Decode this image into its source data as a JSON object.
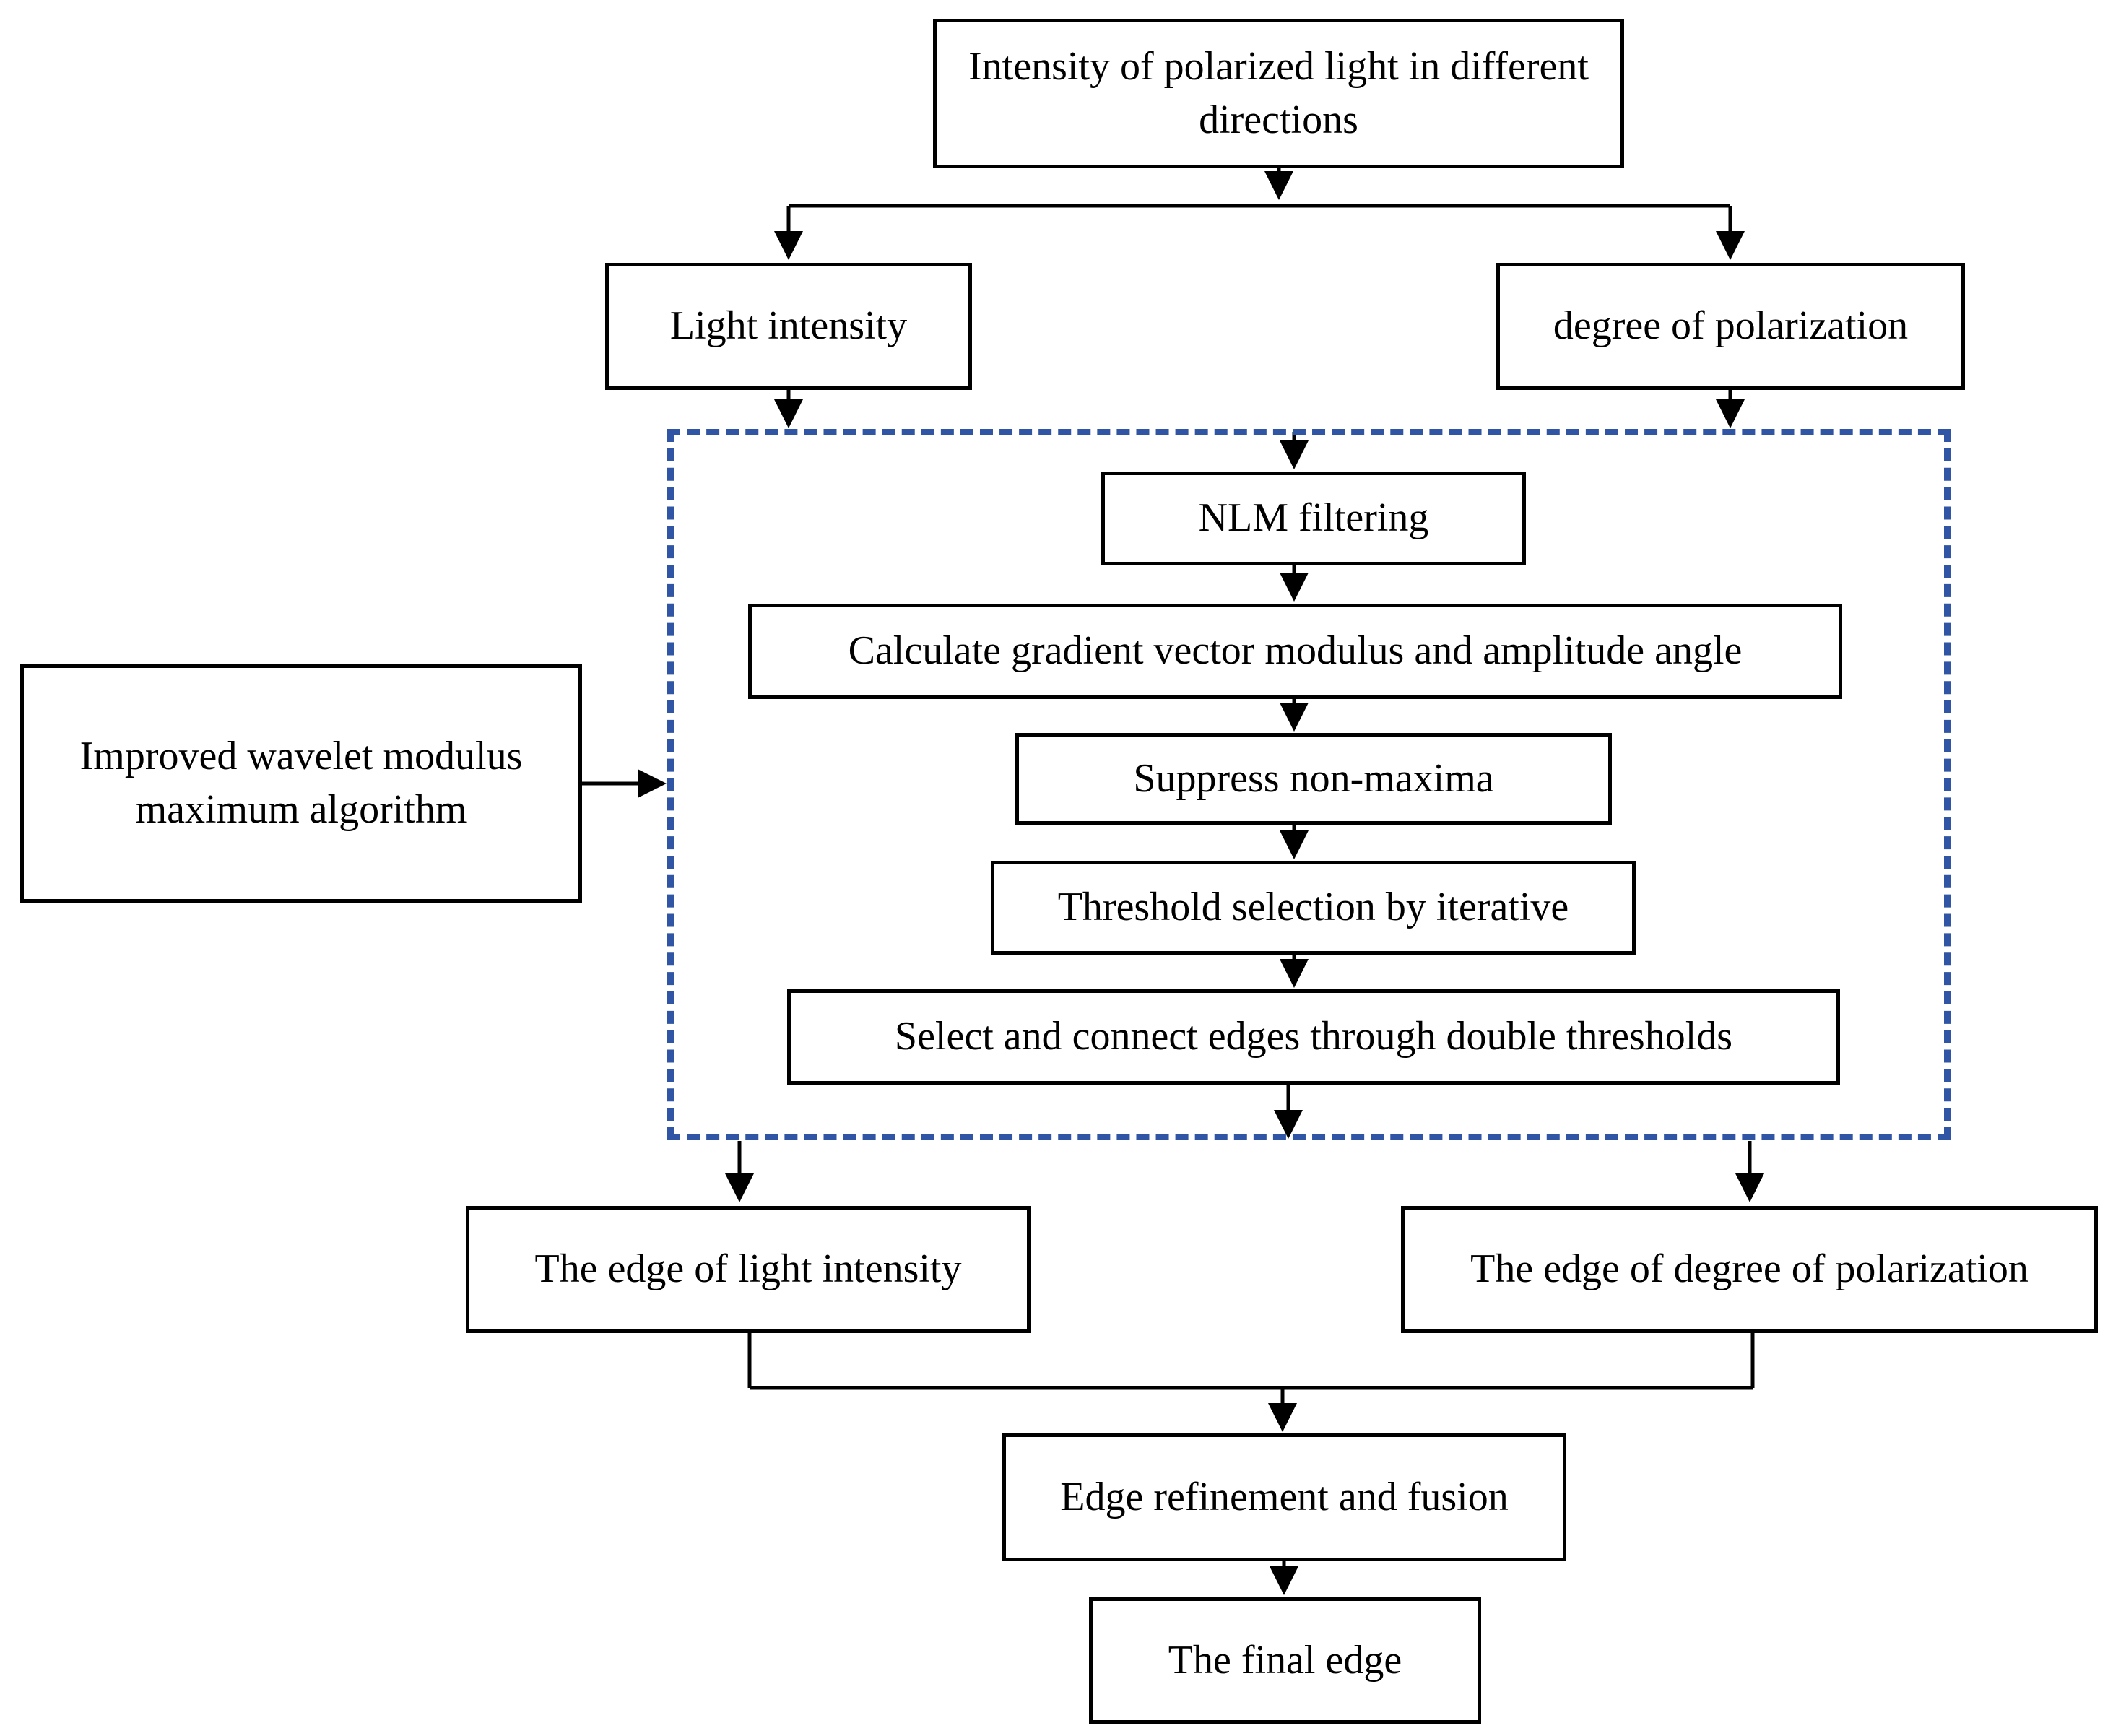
{
  "colors": {
    "line": "#000000",
    "box_border": "#000000",
    "dashed_group_border": "#2f55a4",
    "background": "#ffffff"
  },
  "boxes": {
    "input": "Intensity of polarized light in different directions",
    "light_intensity": "Light intensity",
    "degree_of_polarization": "degree of polarization",
    "wavelet": "Improved wavelet modulus maximum algorithm",
    "nlm": "NLM filtering",
    "gradient": "Calculate gradient vector modulus and amplitude angle",
    "suppress": "Suppress non-maxima",
    "threshold": "Threshold selection by iterative",
    "double_threshold": "Select and connect edges through double thresholds",
    "edge_light": "The edge of light intensity",
    "edge_polar": "The edge of degree of polarization",
    "refinement": "Edge refinement and fusion",
    "final": "The final edge"
  }
}
